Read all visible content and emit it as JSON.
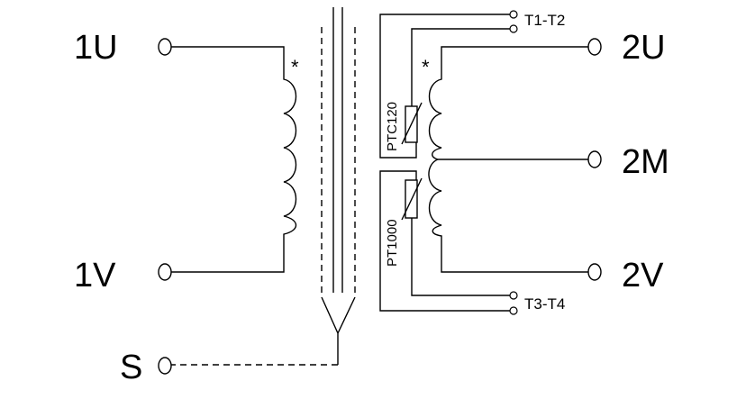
{
  "terminals": {
    "primary_top": "1U",
    "primary_bottom": "1V",
    "shield": "S",
    "secondary_top": "2U",
    "secondary_mid": "2M",
    "secondary_bottom": "2V"
  },
  "sensor_pairs": {
    "top": "T1-T2",
    "bottom": "T3-T4"
  },
  "sensors": {
    "upper": "PTC120",
    "lower": "PT1000"
  },
  "polarity_marks": {
    "primary": "*",
    "secondary": "*"
  }
}
